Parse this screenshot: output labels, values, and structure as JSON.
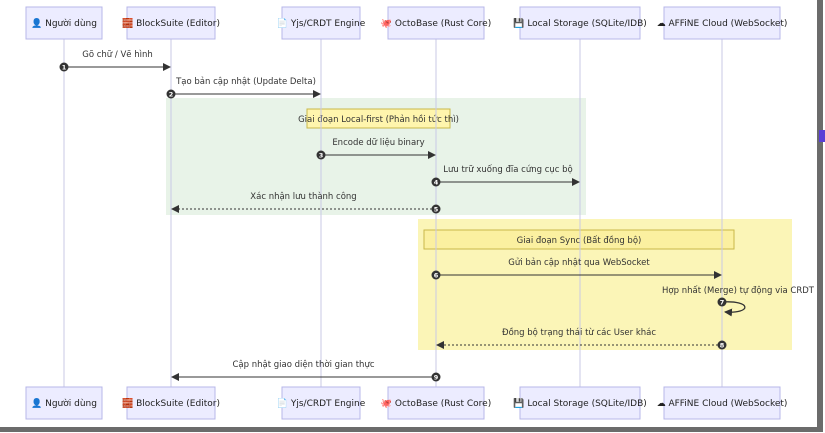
{
  "actors": [
    {
      "icon": "person-icon",
      "glyph": "👤",
      "label": "Người dùng"
    },
    {
      "icon": "brick-icon",
      "glyph": "🧱",
      "label": "BlockSuite (Editor)"
    },
    {
      "icon": "document-icon",
      "glyph": "📄",
      "label": "Yjs/CRDT Engine"
    },
    {
      "icon": "octopus-icon",
      "glyph": "🐙",
      "label": "OctoBase (Rust Core)"
    },
    {
      "icon": "storage-icon",
      "glyph": "💾",
      "label": "Local Storage (SQLite/IDB)"
    },
    {
      "icon": "cloud-icon",
      "glyph": "☁",
      "label": "AFFiNE Cloud (WebSocket)"
    }
  ],
  "sections": [
    {
      "title": "Giai đoạn Local-first (Phản hồi tức thì)",
      "color": "#e8f3e8"
    },
    {
      "title": "Giai đoạn Sync (Bất đồng bộ)",
      "color": "#fbf5b7"
    }
  ],
  "messages": [
    {
      "num": "1",
      "from": 0,
      "to": 1,
      "text": "Gõ chữ / Vẽ hình",
      "style": "solid"
    },
    {
      "num": "2",
      "from": 1,
      "to": 2,
      "text": "Tạo bản cập nhật (Update Delta)",
      "style": "solid"
    },
    {
      "num": "3",
      "from": 2,
      "to": 3,
      "text": "Encode dữ liệu binary",
      "style": "solid"
    },
    {
      "num": "4",
      "from": 3,
      "to": 4,
      "text": "Lưu trữ xuống đĩa cứng cục bộ",
      "style": "solid"
    },
    {
      "num": "5",
      "from": 3,
      "to": 1,
      "text": "Xác nhận lưu thành công",
      "style": "dotted"
    },
    {
      "num": "6",
      "from": 3,
      "to": 5,
      "text": "Gửi bản cập nhật qua WebSocket",
      "style": "solid"
    },
    {
      "num": "7",
      "from": 5,
      "to": 5,
      "text": "Hợp nhất (Merge) tự động via CRDT",
      "style": "self"
    },
    {
      "num": "8",
      "from": 5,
      "to": 3,
      "text": "Đồng bộ trạng thái từ các User khác",
      "style": "dotted"
    },
    {
      "num": "9",
      "from": 3,
      "to": 1,
      "text": "Cập nhật giao diện thời gian thực",
      "style": "solid"
    }
  ],
  "colors": {
    "actor_fill": "#ececff",
    "actor_border": "#b7b7e8",
    "lifeline": "#c9c9e6",
    "arrow": "#333333",
    "marker": "#333333",
    "note_fill": "#fff5ad",
    "note_border": "#c9b84a"
  }
}
